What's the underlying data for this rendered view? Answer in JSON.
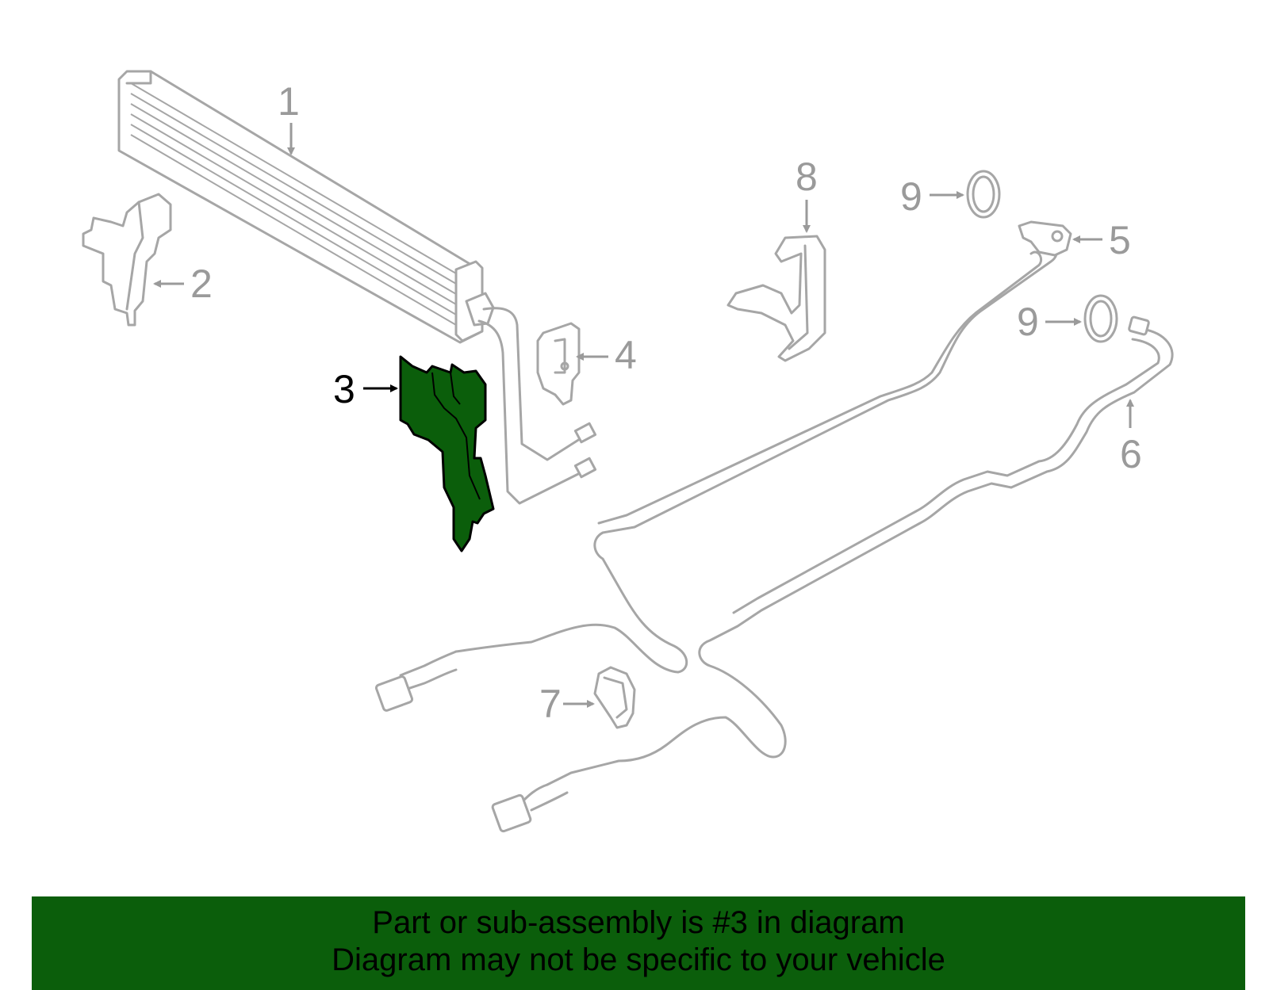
{
  "diagram": {
    "callouts": [
      {
        "id": "1",
        "label": "1"
      },
      {
        "id": "2",
        "label": "2"
      },
      {
        "id": "3",
        "label": "3"
      },
      {
        "id": "4",
        "label": "4"
      },
      {
        "id": "5",
        "label": "5"
      },
      {
        "id": "6",
        "label": "6"
      },
      {
        "id": "7",
        "label": "7"
      },
      {
        "id": "8",
        "label": "8"
      },
      {
        "id": "9a",
        "label": "9"
      },
      {
        "id": "9b",
        "label": "9"
      }
    ],
    "highlighted_part": "3",
    "colors": {
      "highlight_fill": "#0b5e0b",
      "part_stroke": "#a6a6a6",
      "banner_background": "#0b5e0b"
    }
  },
  "banner": {
    "line1": "Part or sub-assembly is #3 in diagram",
    "line2": "Diagram may not be specific to your vehicle"
  }
}
